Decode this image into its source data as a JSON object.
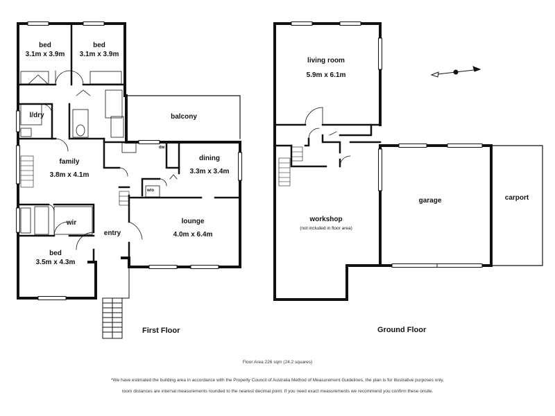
{
  "first_floor": {
    "title": "First Floor",
    "rooms": {
      "bed1": {
        "name": "bed",
        "size": "3.1m x 3.9m"
      },
      "bed2": {
        "name": "bed",
        "size": "3.1m x 3.9m"
      },
      "ldry": {
        "name": "l/dry"
      },
      "balcony": {
        "name": "balcony"
      },
      "family": {
        "name": "family",
        "size": "3.8m x 4.1m"
      },
      "dining": {
        "name": "dining",
        "size": "3.3m x 3.4m"
      },
      "wir": {
        "name": "wir"
      },
      "wo": {
        "name": "w/o"
      },
      "dw": {
        "name": "dw"
      },
      "entry": {
        "name": "entry"
      },
      "lounge": {
        "name": "lounge",
        "size": "4.0m x 6.4m"
      },
      "bed3": {
        "name": "bed",
        "size": "3.5m x 4.3m"
      }
    }
  },
  "ground_floor": {
    "title": "Ground Floor",
    "rooms": {
      "living": {
        "name": "living room",
        "size": "5.9m x 6.1m"
      },
      "workshop": {
        "name": "workshop",
        "note": "(not included in floor area)"
      },
      "garage": {
        "name": "garage"
      },
      "carport": {
        "name": "carport"
      }
    }
  },
  "footer": {
    "area": "Floor Area 226 sqm (24.2 squares)",
    "disclaimer1": "*We have estimated the building area in accordance with the Property Council of Australia Method of Measurement Guidelines, the plan is for illustrative purposes only,",
    "disclaimer2": "room distances are internal measurements rounded to the nearest decimal point. If you need exact measurements we recommend you confirm these onsite."
  },
  "compass": {
    "icon": "north-arrow-icon"
  }
}
